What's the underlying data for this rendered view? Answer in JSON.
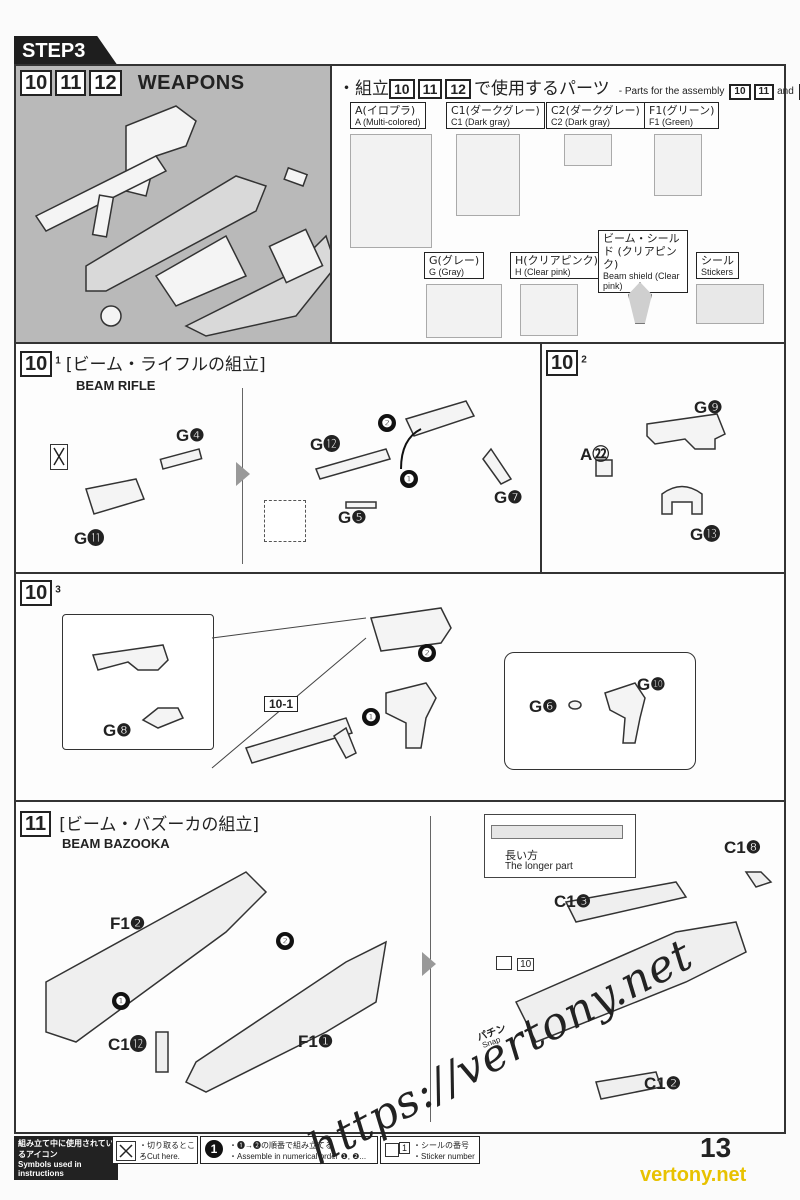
{
  "header": {
    "step": "STEP3",
    "assemblies": [
      "10",
      "11",
      "12"
    ],
    "title": "WEAPONS"
  },
  "parts_panel": {
    "heading_jp_prefix": "・組立",
    "heading_jp_suffix": "で使用するパーツ",
    "heading_en": "- Parts for the assembly",
    "heading_en_and": "and",
    "parts": [
      {
        "jp": "A(イロプラ)",
        "en": "A (Multi-colored)"
      },
      {
        "jp": "C1(ダークグレー)",
        "en": "C1 (Dark gray)"
      },
      {
        "jp": "C2(ダークグレー)",
        "en": "C2 (Dark gray)"
      },
      {
        "jp": "F1(グリーン)",
        "en": "F1 (Green)"
      },
      {
        "jp": "G(グレー)",
        "en": "G (Gray)"
      },
      {
        "jp": "H(クリアピンク)",
        "en": "H (Clear pink)"
      },
      {
        "jp": "ビーム・シールド (クリアピンク)",
        "en": "Beam shield (Clear pink)"
      },
      {
        "jp": "シール",
        "en": "Stickers"
      }
    ]
  },
  "section_10_1": {
    "num": "10",
    "sub": "1",
    "title_jp": "[ビーム・ライフルの組立]",
    "title_en": "BEAM RIFLE",
    "labels": [
      "G❹",
      "G⓫",
      "G⓬",
      "G❼",
      "G❺"
    ],
    "steps": [
      "❶",
      "❷"
    ]
  },
  "section_10_2": {
    "num": "10",
    "sub": "2",
    "labels": [
      "G❾",
      "A㉒",
      "G⓭"
    ]
  },
  "section_10_3": {
    "num": "10",
    "sub": "3",
    "ref": "10-1",
    "labels": [
      "G❽",
      "G❻",
      "G❿"
    ],
    "steps": [
      "❶",
      "❷"
    ]
  },
  "section_11": {
    "num": "11",
    "title_jp": "[ビーム・バズーカの組立]",
    "title_en": "BEAM BAZOOKA",
    "labels": [
      "F1❷",
      "C1⓬",
      "F1❶",
      "C1❽",
      "C1❸",
      "C1❷"
    ],
    "steps": [
      "❶",
      "❷"
    ],
    "longer_jp": "長い方",
    "longer_en": "The longer part",
    "sticker_ref": "10",
    "snap_jp": "パチン",
    "snap_en": "Snap"
  },
  "footer": {
    "icons_jp": "組み立て中に使用されているアイコン",
    "icons_en": "Symbols used in instructions",
    "cut_jp": "・切り取るところ",
    "cut_en": "・Cut here.",
    "order_jp": "・❶→❷の順番で組み立てる",
    "order_en": "・Assemble in numerical order ❶, ❷...",
    "sticker_jp": "・シールの番号",
    "sticker_en": "・Sticker number",
    "sticker_num": "1",
    "page_number": "13"
  },
  "watermark": {
    "text": "https://vertony.net",
    "footer_text": "vertony.net"
  }
}
